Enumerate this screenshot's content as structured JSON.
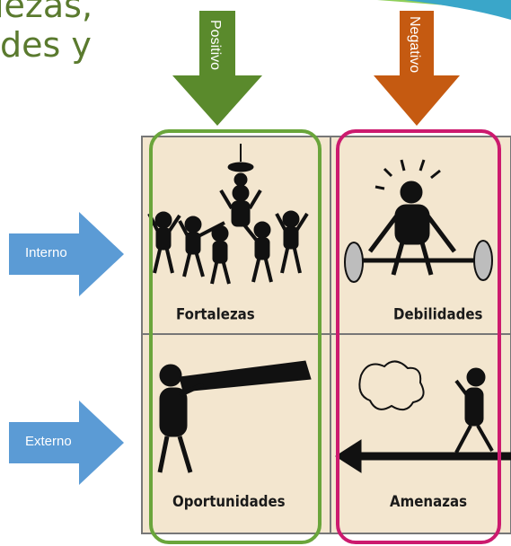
{
  "title": {
    "line1": "lezas,",
    "line2": "des y"
  },
  "columns": {
    "positive": "Positivo",
    "negative": "Negativo"
  },
  "rows": {
    "internal": "Interno",
    "external": "Externo"
  },
  "quadrants": {
    "top_left": "Fortalezas",
    "top_right": "Debilidades",
    "bottom_left": "Oportunidades",
    "bottom_right": "Amenazas"
  },
  "colors": {
    "positive_arrow": "#5a8a2c",
    "negative_arrow": "#c55a11",
    "row_arrows": "#5b9bd5",
    "positive_frame": "#6aa53b",
    "negative_frame": "#cc1a6e",
    "title_text": "#5a7a2e"
  }
}
